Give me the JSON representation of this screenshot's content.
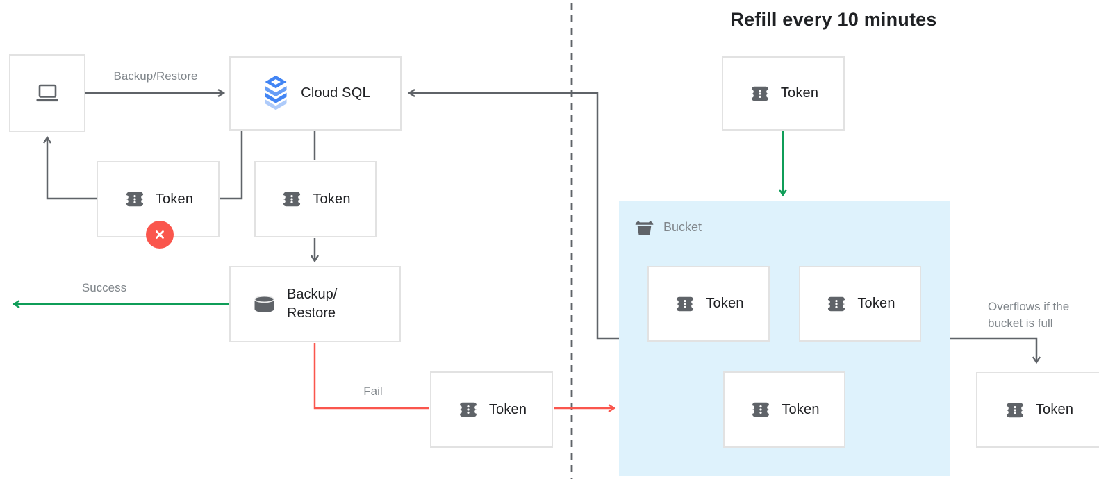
{
  "title": "Refill every 10 minutes",
  "nodes": {
    "client": {
      "name": "client laptop"
    },
    "cloud_sql": {
      "label": "Cloud SQL"
    },
    "token_rejected": {
      "label": "Token"
    },
    "token_request": {
      "label": "Token"
    },
    "backup_restore": {
      "line1": "Backup/",
      "line2": "Restore"
    },
    "token_fail": {
      "label": "Token"
    },
    "token_refill": {
      "label": "Token"
    },
    "token_overflow": {
      "label": "Token"
    },
    "bucket": {
      "label": "Bucket",
      "tokens": [
        "Token",
        "Token",
        "Token"
      ]
    }
  },
  "edges": {
    "backup_restore_label": "Backup/Restore",
    "success_label": "Success",
    "fail_label": "Fail",
    "overflow_line1": "Overflows if the",
    "overflow_line2": "bucket is full"
  },
  "icons": {
    "client": "laptop-icon",
    "cloud_sql": "cloud-sql-layers-icon",
    "token": "ticket-token-icon",
    "backup_restore": "database-cylinder-icon",
    "bucket": "bucket-icon",
    "error": "x-circle-icon"
  },
  "colors": {
    "line_gray": "#5f6368",
    "icon_gray": "#5f6368",
    "success_green": "#0f9d58",
    "fail_red": "#fa564d",
    "bucket_fill": "#def2fc",
    "box_border": "#e2e2e2",
    "text_dark": "#202124",
    "text_gray": "#80868b",
    "sql_blue_dark": "#4285f4",
    "sql_blue_mid": "#669df6",
    "sql_blue_light": "#aecbfa"
  }
}
